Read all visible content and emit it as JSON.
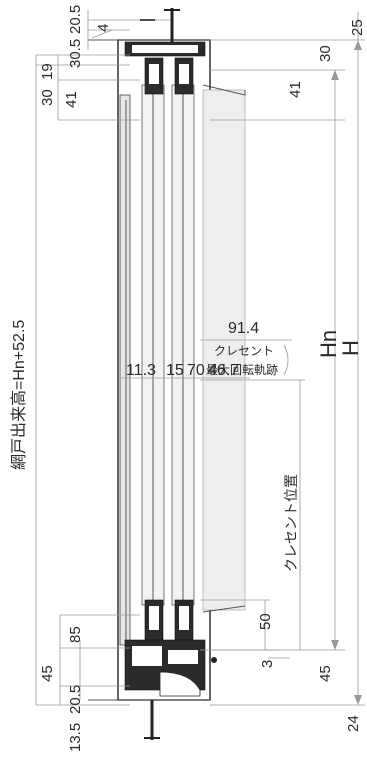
{
  "title_vertical": "網戸出来高=Hn+52.5",
  "labels": {
    "hn": "Hn",
    "h": "H",
    "crescent": "クレセント",
    "crescent_rotation": "最大回転軌跡",
    "crescent_position": "クレセント位置"
  },
  "dims": {
    "top_20_5": "20.5",
    "top_30_5": "30.5",
    "top_4": "4",
    "top_25": "25",
    "top_30": "30",
    "left_30": "30",
    "left_19": "19",
    "left_41": "41",
    "right_41": "41",
    "crescent_91_4": "91.4",
    "sec_11_3": "11.3",
    "sec_15": "15",
    "sec_70": "70",
    "sec_46_7": "46.7",
    "left_85": "85",
    "bot_50": "50",
    "bot_3": "3",
    "left_45": "45",
    "right_45": "45",
    "left_20_5": "20.5",
    "left_13_5": "13.5",
    "bot_24": "24"
  }
}
